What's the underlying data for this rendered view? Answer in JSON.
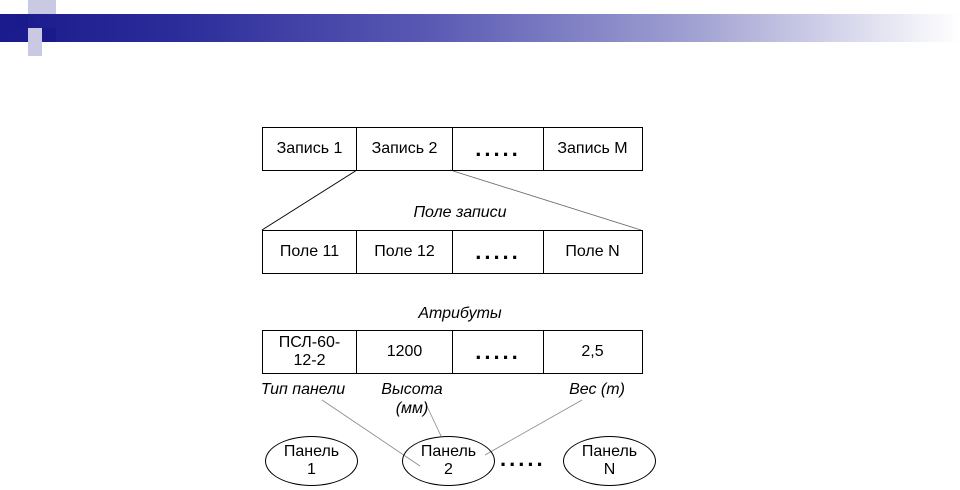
{
  "records_row": [
    "Запись 1",
    "Запись 2",
    ".....",
    "Запись M"
  ],
  "record_field_caption": "Поле записи",
  "fields_row": [
    "Поле 11",
    "Поле 12",
    ".....",
    "Поле N"
  ],
  "attributes_caption": "Атрибуты",
  "attributes_row": [
    "ПСЛ-60-12-2",
    "1200",
    ".....",
    "2,5"
  ],
  "attribute_labels": {
    "panel_type": "Тип панели",
    "height_line1": "Высота",
    "height_line2": "(мм)",
    "weight": "Вес (т)"
  },
  "panels": [
    {
      "line1": "Панель",
      "line2": "1"
    },
    {
      "line1": "Панель",
      "line2": "2"
    },
    {
      "line1": "Панель",
      "line2": "N"
    }
  ],
  "panels_ellipsis": "....."
}
